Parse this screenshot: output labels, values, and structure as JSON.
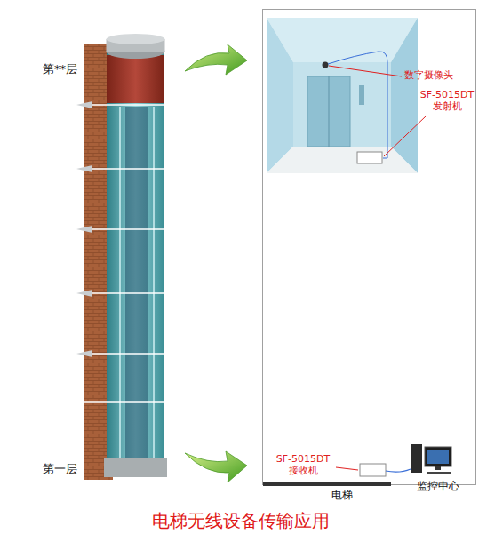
{
  "diagram": {
    "caption": "电梯无线设备传输应用",
    "labels": [
      "第**层",
      "数字摄像头",
      "SF-5015DT 发射机",
      "第一层",
      "SF-5015DT 接收机",
      "电梯",
      "监控中心"
    ]
  }
}
